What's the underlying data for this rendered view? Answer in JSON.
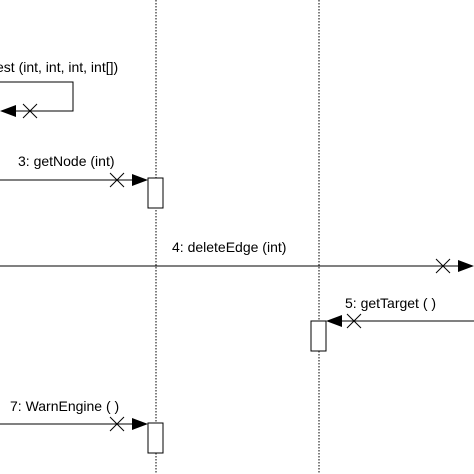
{
  "diagram": {
    "messages": [
      {
        "label": "est (int, int, int, int[])"
      },
      {
        "label": "3: getNode (int)"
      },
      {
        "label": "4: deleteEdge (int)"
      },
      {
        "label": "5: getTarget ( )"
      },
      {
        "label": "7: WarnEngine ( )"
      }
    ]
  }
}
